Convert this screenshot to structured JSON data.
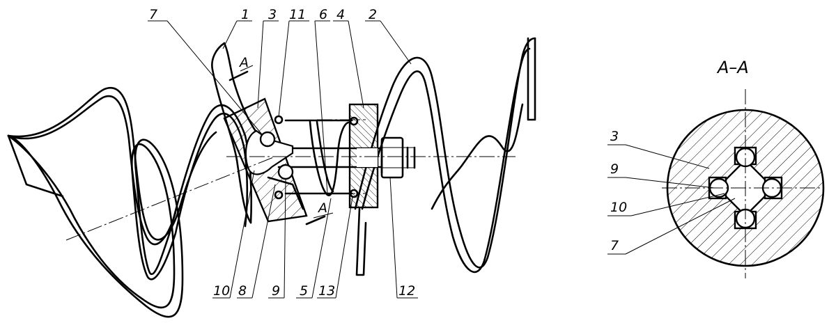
{
  "main_view": {
    "section_mark_top": "A",
    "section_mark_bottom": "A",
    "callouts": {
      "c1": "1",
      "c2": "2",
      "c3": "3",
      "c4": "4",
      "c5": "5",
      "c6": "6",
      "c7": "7",
      "c8": "8",
      "c9": "9",
      "c10": "10",
      "c11": "11",
      "c12": "12",
      "c13": "13"
    }
  },
  "section_view": {
    "title": "А–А",
    "callouts": {
      "c3": "3",
      "c9": "9",
      "c10": "10",
      "c7": "7"
    }
  }
}
